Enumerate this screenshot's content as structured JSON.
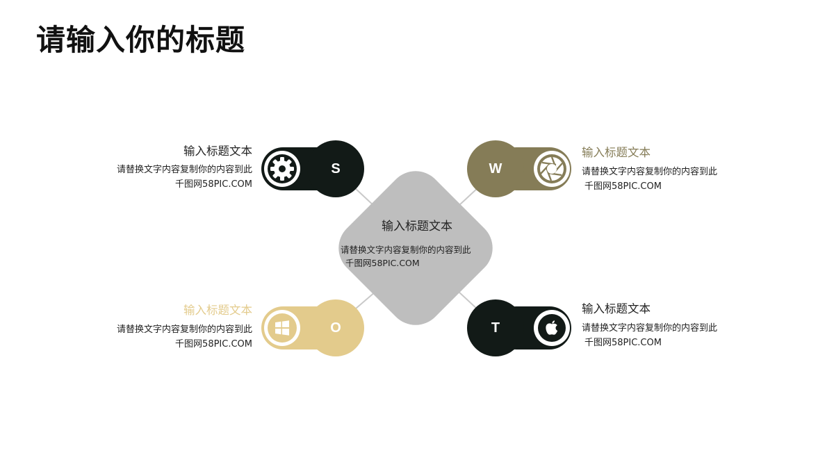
{
  "title": "请输入你的标题",
  "center": {
    "title": "输入标题文本",
    "desc_line1": "请替换文字内容复制你的内容到此",
    "desc_line2": "千图网58PIC.COM"
  },
  "colors": {
    "s": "#121a17",
    "w": "#857c57",
    "o": "#e3cb8c",
    "t": "#121a17",
    "center": "#bebebe"
  },
  "items": {
    "s": {
      "letter": "S",
      "icon": "gear-icon",
      "title": "输入标题文本",
      "desc_line1": "请替换文字内容复制你的内容到此",
      "desc_line2": "千图网58PIC.COM"
    },
    "w": {
      "letter": "W",
      "icon": "aperture-icon",
      "title": "输入标题文本",
      "desc_line1": "请替换文字内容复制你的内容到此",
      "desc_line2": "千图网58PIC.COM"
    },
    "o": {
      "letter": "O",
      "icon": "windows-icon",
      "title": "输入标题文本",
      "desc_line1": "请替换文字内容复制你的内容到此",
      "desc_line2": "千图网58PIC.COM"
    },
    "t": {
      "letter": "T",
      "icon": "apple-icon",
      "title": "输入标题文本",
      "desc_line1": "请替换文字内容复制你的内容到此",
      "desc_line2": "千图网58PIC.COM"
    }
  }
}
